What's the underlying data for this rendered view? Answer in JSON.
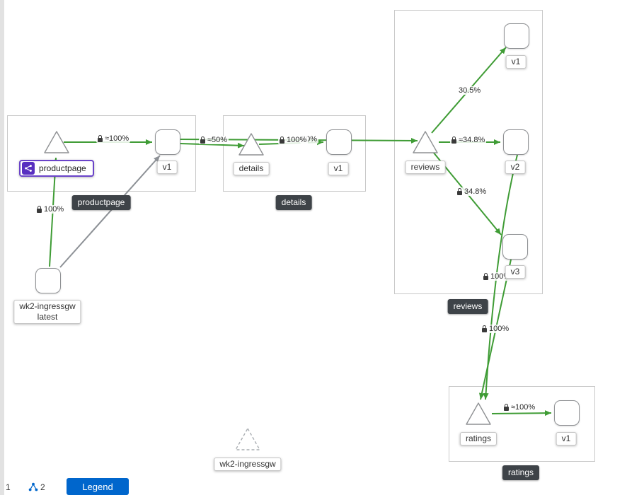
{
  "colors": {
    "edge_traffic_green": "#3f9c35",
    "edge_no_traffic_gray": "#8d9196",
    "node_border_gray": "#8f9194",
    "group_label_bg": "#3e4348",
    "app_badge_purple": "#582fc0",
    "primary_blue": "#0066cc"
  },
  "groups": {
    "productpage": "productpage",
    "details": "details",
    "reviews": "reviews",
    "ratings": "ratings"
  },
  "nodes": {
    "productpage_app": "productpage",
    "productpage_v1": "v1",
    "details_service": "details",
    "details_v1": "v1",
    "reviews_service": "reviews",
    "reviews_v1": "v1",
    "reviews_v2": "v2",
    "reviews_v3": "v3",
    "ratings_service": "ratings",
    "ratings_v1": "v1",
    "ingress_line1": "wk2-ingressgw",
    "ingress_line2": "latest",
    "idle_gateway": "wk2-ingressgw"
  },
  "edge_labels": {
    "pp_service_to_v1": "≈100%",
    "pp_v1_to_details": "≈50%",
    "details_service_to_v1": "100%",
    "pp_v1_to_reviews": "50%",
    "reviews_service_to_v1": "30.5%",
    "reviews_service_to_v2": "≈34.8%",
    "reviews_service_to_v3": "34.8%",
    "reviews_v3_to_ratings": "100%",
    "reviews_v2_to_ratings": "100%",
    "ratings_service_to_v1": "≈100%",
    "ingress_to_productpage": "100%"
  },
  "controls": {
    "page_indicator": "1",
    "graph_count": "2",
    "legend_button": "Legend"
  }
}
